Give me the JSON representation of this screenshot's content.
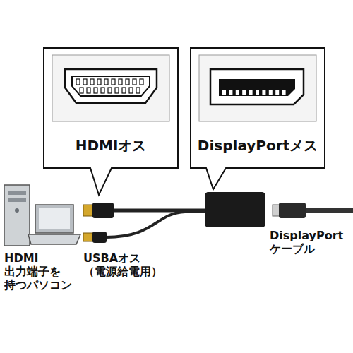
{
  "diagram": {
    "nodes": [
      {
        "text": [
          "HDMIオス"
        ]
      },
      {
        "text": [
          "DisplayPortメス"
        ]
      }
    ],
    "labels": [
      "HDMI 出力端子を 持つパソコン",
      "USBAオス （電源給電用）",
      "DisplayPort ケーブル"
    ]
  }
}
